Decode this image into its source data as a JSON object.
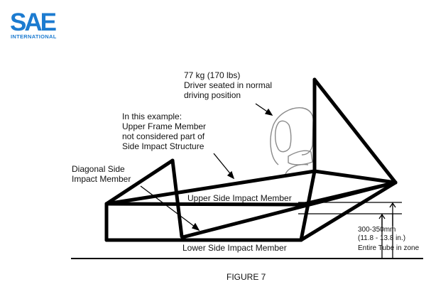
{
  "logo": {
    "mark": "SAE",
    "subtitle": "INTERNATIONAL",
    "color": "#1c7bd0"
  },
  "annotations": {
    "driver": [
      "77 kg (170 lbs)",
      "Driver seated in normal",
      "driving position"
    ],
    "upper_frame": [
      "In this example:",
      "Upper Frame Member",
      "not considered part of",
      "Side Impact Structure"
    ],
    "diagonal": [
      "Diagonal Side",
      "Impact Member"
    ],
    "upper_side": "Upper Side Impact Member",
    "lower_side": "Lower Side Impact Member",
    "zone": [
      "300-350mm",
      "(11.8 - 13.8 in.)",
      "Entire Tube in zone"
    ]
  },
  "caption": "FIGURE 7",
  "colors": {
    "frame": "#000000",
    "helmet": "#8a8a8a",
    "text": "#111111"
  }
}
